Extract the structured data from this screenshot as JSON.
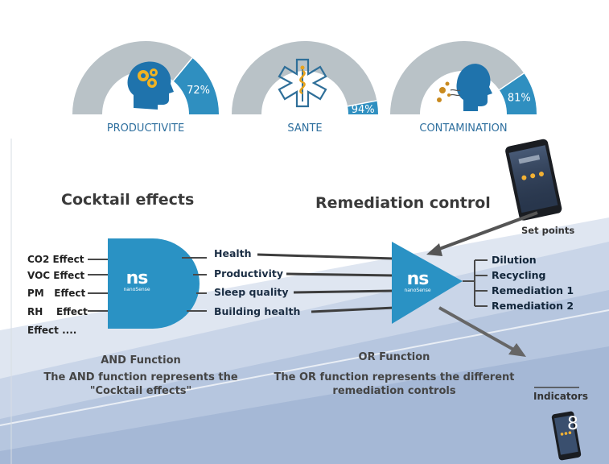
{
  "gauges": [
    {
      "label": "PRODUCTIVITE",
      "value": 72,
      "value_text": "72%",
      "icon": "head-gears-icon"
    },
    {
      "label": "SANTE",
      "value": 94,
      "value_text": "94%",
      "icon": "caduceus-star-icon"
    },
    {
      "label": "CONTAMINATION",
      "value": 81,
      "value_text": "81%",
      "icon": "head-breathing-icon"
    }
  ],
  "left": {
    "title": "Cocktail effects",
    "inputs": [
      "CO2 Effect",
      "VOC Effect",
      "PM   Effect",
      "RH    Effect",
      "Effect ...."
    ],
    "outputs": [
      "Health",
      "Productivity",
      "Sleep quality",
      "Building health"
    ],
    "gate_logo": "nanosense-logo",
    "caption_title": "AND Function",
    "caption_line1": "The AND function represents the",
    "caption_line2": "\"Cocktail effects\""
  },
  "right": {
    "title": "Remediation control",
    "set_points": "Set points",
    "outputs": [
      "Dilution",
      "Recycling",
      "Remediation 1",
      "Remediation 2"
    ],
    "caption_title": "OR Function",
    "caption_line1": "The OR function represents the different",
    "caption_line2": "remediation controls",
    "indicators": "Indicators"
  },
  "page_number": "8",
  "colors": {
    "gauge_fill": "#2f8fc0",
    "gauge_bg": "#b9c2c7",
    "gate_blue": "#2a92c4",
    "label_blue": "#2e6f9e",
    "bg_band": "#c7d3e6"
  }
}
